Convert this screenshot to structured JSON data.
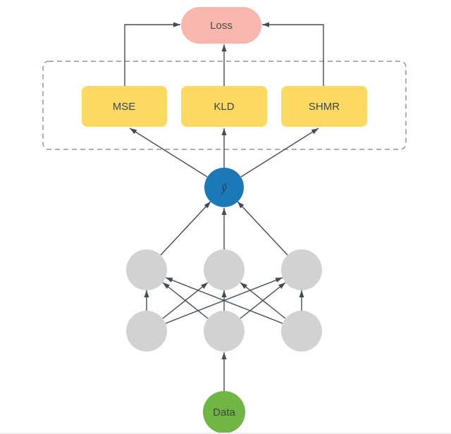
{
  "diagram": {
    "nodes": {
      "loss": {
        "label": "Loss"
      },
      "mse": {
        "label": "MSE"
      },
      "kld": {
        "label": "KLD"
      },
      "shmr": {
        "label": "SHMR"
      },
      "yhat": {
        "label": "ŷ"
      },
      "data": {
        "label": "Data"
      }
    },
    "colors": {
      "loss_fill": "#F8B7AE",
      "metric_fill": "#FBD963",
      "yhat_fill": "#1B79B7",
      "data_fill": "#71B645",
      "hidden_fill": "#D2D2D2",
      "edge": "#424C57",
      "dashed_border": "#8F969C",
      "label_dark": "#3D434B",
      "loss_label": "#4C4846",
      "yhat_label": "#20303C",
      "background": "#FFFFFF",
      "bottom_edge": "#EFEFEF"
    }
  }
}
